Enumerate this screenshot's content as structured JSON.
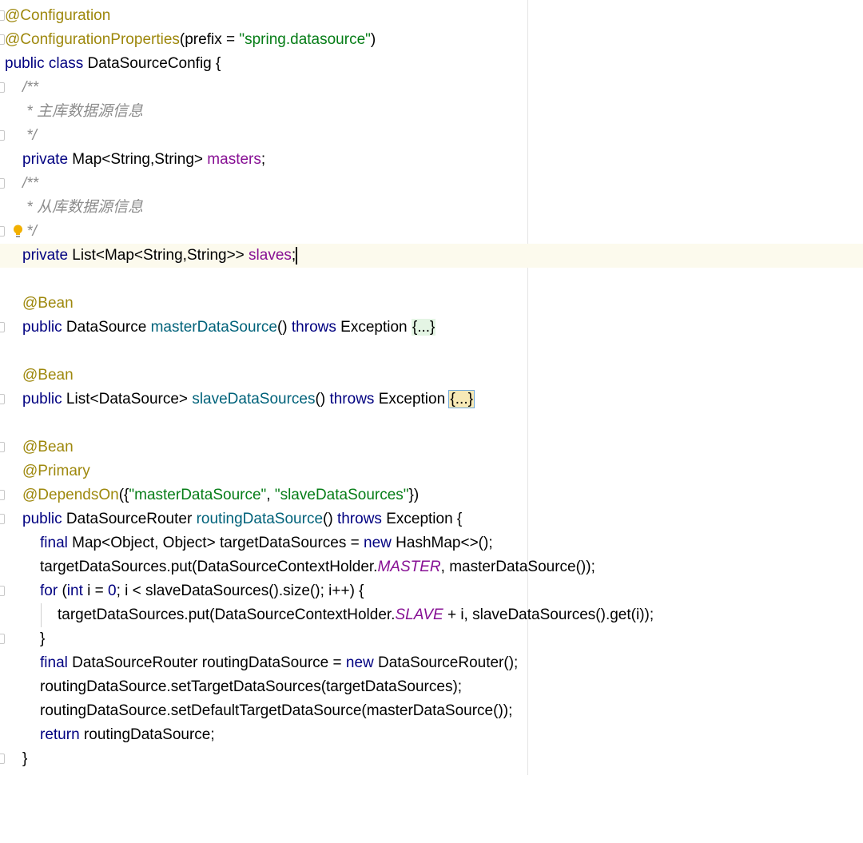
{
  "editor": {
    "colors": {
      "annotation": "#9e880d",
      "keyword": "#000080",
      "string": "#067d17",
      "field": "#871094",
      "comment": "#8c8c8c",
      "method": "#00627a",
      "current_line": "#fcfaed"
    },
    "lines": [
      {
        "t1": "@Configuration"
      },
      {
        "t1": "@ConfigurationProperties",
        "t2": "(prefix = ",
        "t3": "\"spring.datasource\"",
        "t4": ")"
      },
      {
        "t1": "public class",
        "t2": " DataSourceConfig {"
      },
      {
        "t1": "/**"
      },
      {
        "t1": " * 主库数据源信息"
      },
      {
        "t1": " */"
      },
      {
        "t1": "private",
        "t2": " Map<String,String> ",
        "t3": "masters",
        "t4": ";"
      },
      {
        "t1": "/**"
      },
      {
        "t1": " * 从库数据源信息"
      },
      {
        "t1": " */"
      },
      {
        "t1": "private",
        "t2": " List<Map<String,String>> ",
        "t3": "slaves",
        "t4": ";"
      },
      {
        "t1": ""
      },
      {
        "t1": "@Bean"
      },
      {
        "t1": "public",
        "t2": " DataSource ",
        "t3": "masterDataSource",
        "t4": "() ",
        "t5": "throws",
        "t6": " Exception ",
        "t7": "{...}"
      },
      {
        "t1": ""
      },
      {
        "t1": "@Bean"
      },
      {
        "t1": "public",
        "t2": " List<DataSource> ",
        "t3": "slaveDataSources",
        "t4": "() ",
        "t5": "throws",
        "t6": " Exception ",
        "t7": "{...}"
      },
      {
        "t1": ""
      },
      {
        "t1": "@Bean"
      },
      {
        "t1": "@Primary"
      },
      {
        "t1": "@DependsOn",
        "t2": "({",
        "t3": "\"masterDataSource\"",
        "t4": ", ",
        "t5": "\"slaveDataSources\"",
        "t6": "})"
      },
      {
        "t1": "public",
        "t2": " DataSourceRouter ",
        "t3": "routingDataSource",
        "t4": "() ",
        "t5": "throws",
        "t6": " Exception {"
      },
      {
        "t1": "final",
        "t2": " Map<Object, Object> targetDataSources = ",
        "t3": "new",
        "t4": " HashMap<>();"
      },
      {
        "t1": "targetDataSources.put(DataSourceContextHolder.",
        "t2": "MASTER",
        "t3": ", masterDataSource());"
      },
      {
        "t1": "for",
        "t2": " (",
        "t3": "int",
        "t4": " i = ",
        "t5": "0",
        "t6": "; i < slaveDataSources().size(); i++) {"
      },
      {
        "t1": "targetDataSources.put(DataSourceContextHolder.",
        "t2": "SLAVE",
        "t3": " + i, slaveDataSources().get(i));"
      },
      {
        "t1": "}"
      },
      {
        "t1": "final",
        "t2": " DataSourceRouter routingDataSource = ",
        "t3": "new",
        "t4": " DataSourceRouter();"
      },
      {
        "t1": "routingDataSource.setTargetDataSources(targetDataSources);"
      },
      {
        "t1": "routingDataSource.setDefaultTargetDataSource(masterDataSource());"
      },
      {
        "t1": "return",
        "t2": " routingDataSource;"
      },
      {
        "t1": "}"
      }
    ]
  }
}
